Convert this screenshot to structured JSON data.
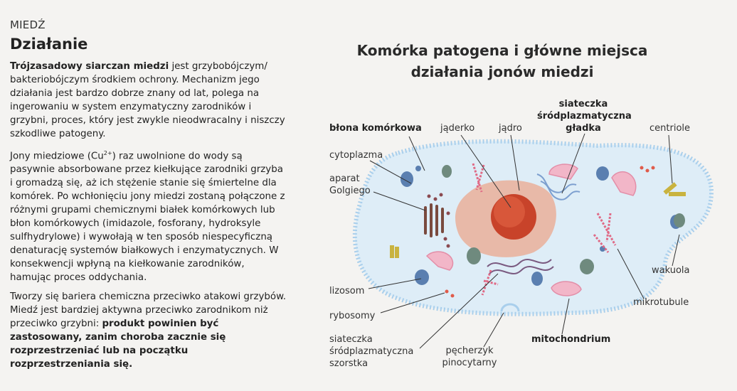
{
  "section": "MIEDŹ",
  "heading": "Działanie",
  "paragraphs": {
    "p1_bold": "Trójzasadowy siarczan miedzi",
    "p1_rest": " jest grzybobójczym/ bakteriobójczym środkiem ochrony. Mechanizm jego działania jest bardzo dobrze znany od lat, polega na ingerowaniu w system enzymatyczny zarodników i grzybni, proces, który jest zwykle nieodwracalny i niszczy szkodliwe patogeny.",
    "p2_a": "Jony miedziowe (Cu",
    "p2_sup": "2+",
    "p2_b": ") raz uwolnione do wody są pasywnie absorbowane przez kiełkujące zarodniki grzyba i gromadzą się, aż ich stężenie stanie się śmiertelne dla komórek. Po wchłonięciu jony miedzi zostaną połączone z różnymi grupami chemicznymi białek komórkowych lub błon komórkowych (imidazole, fosforany, hydroksyle sulfhydrylowe) i wywołają w ten sposób niespecyficzną denaturację systemów białkowych i enzymatycznych. W konsekwencji wpłyną na kiełkowanie zarodników, hamując proces oddychania.",
    "p3_rest": "Tworzy się bariera chemiczna przeciwko atakowi grzybów. Miedź jest bardziej aktywna przeciwko zarodnikom niż przeciwko grzybni: ",
    "p3_bold": "produkt powinien być zastosowany, zanim choroba zacznie się rozprzestrzeniać lub na początku rozprzestrzeniania się."
  },
  "diagram": {
    "title_line1": "Komórka patogena i główne miejsca",
    "title_line2": "działania jonów miedzi",
    "labels": {
      "membrane": "błona komórkowa",
      "cytoplasm": "cytoplazma",
      "golgi_1": "aparat",
      "golgi_2": "Golgiego",
      "nucleolus": "jąderko",
      "nucleus": "jądro",
      "ser_1": "siateczka",
      "ser_2": "śródplazmatyczna",
      "ser_3": "gładka",
      "centrioles": "centriole",
      "vacuole": "wakuola",
      "microtubules": "mikrotubule",
      "mitochondrion": "mitochondrium",
      "pino_1": "pęcherzyk",
      "pino_2": "pinocytarny",
      "rer_1": "siateczka",
      "rer_2": "śródplazmatyczna",
      "rer_3": "szorstka",
      "ribosomes": "rybosomy",
      "lysosome": "lizosom"
    }
  },
  "colors": {
    "cell_fill": "#deedf7",
    "membrane": "#a9cfec",
    "nucleus": "#e8b9a8",
    "nucleolus": "#c8432a",
    "mito": "#f2b6c8",
    "vacuole": "#6f8a7e"
  }
}
